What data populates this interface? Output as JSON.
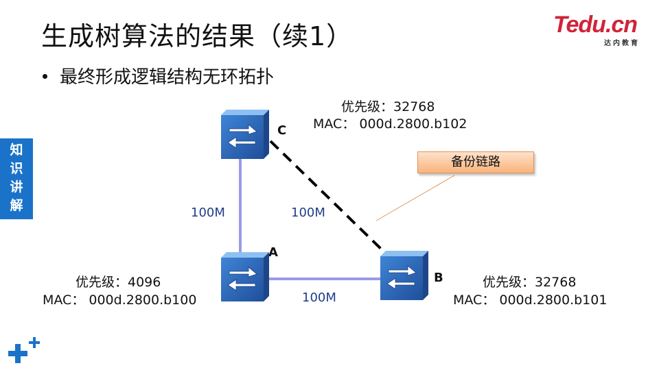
{
  "title": "生成树算法的结果（续1）",
  "bullet": "最终形成逻辑结构无环拓扑",
  "logo": {
    "brand": "Tedu.cn",
    "sub": "达内教育"
  },
  "side_tab": [
    "知",
    "识",
    "讲",
    "解"
  ],
  "colors": {
    "link_active": "#9a9ae6",
    "link_backup": "#000000",
    "bandwidth_text": "#1f3d8a",
    "side_tab": "#1a73c8",
    "logo": "#d0243a",
    "callout": "#f9b37a"
  },
  "nodes": {
    "C": {
      "letter": "C",
      "priority": "优先级：32768",
      "mac": "MAC： 000d.2800.b102"
    },
    "A": {
      "letter": "A",
      "priority": "优先级：4096",
      "mac": "MAC： 000d.2800.b100"
    },
    "B": {
      "letter": "B",
      "priority": "优先级：32768",
      "mac": "MAC： 000d.2800.b101"
    }
  },
  "links": {
    "c_a": "100M",
    "c_b": "100M",
    "a_b": "100M"
  },
  "callout": "备份链路"
}
